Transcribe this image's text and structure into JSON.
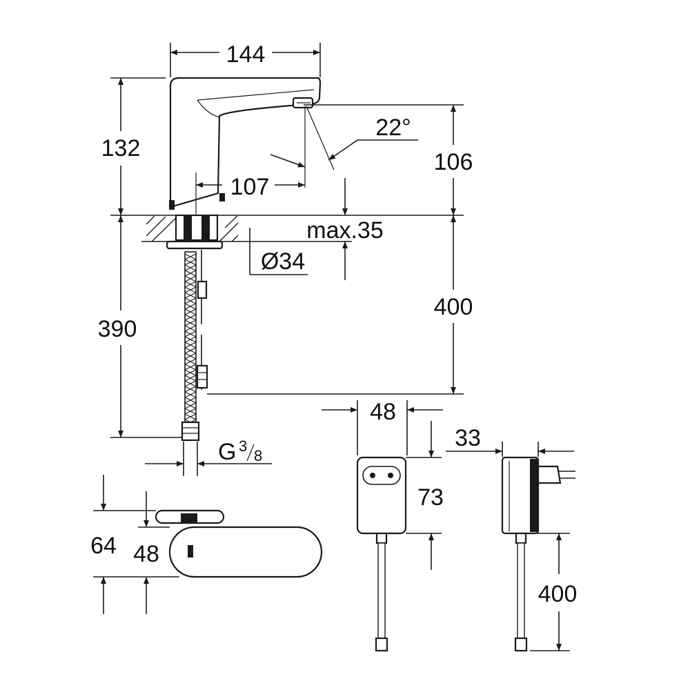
{
  "drawing": {
    "top_width": "144",
    "spout_height": "132",
    "outlet_height": "106",
    "spray_angle": "22°",
    "spout_reach": "107",
    "max_thickness": "max.35",
    "hole_diameter": "Ø34",
    "hose_length": "390",
    "cable_length": "400",
    "thread_letter": "G",
    "thread_num": "3",
    "thread_den": "8",
    "psu_width": "48",
    "psu_depth": "33",
    "psu_height": "73",
    "psu_cable_length": "400",
    "handle_height_outer": "64",
    "handle_height_inner": "48"
  }
}
